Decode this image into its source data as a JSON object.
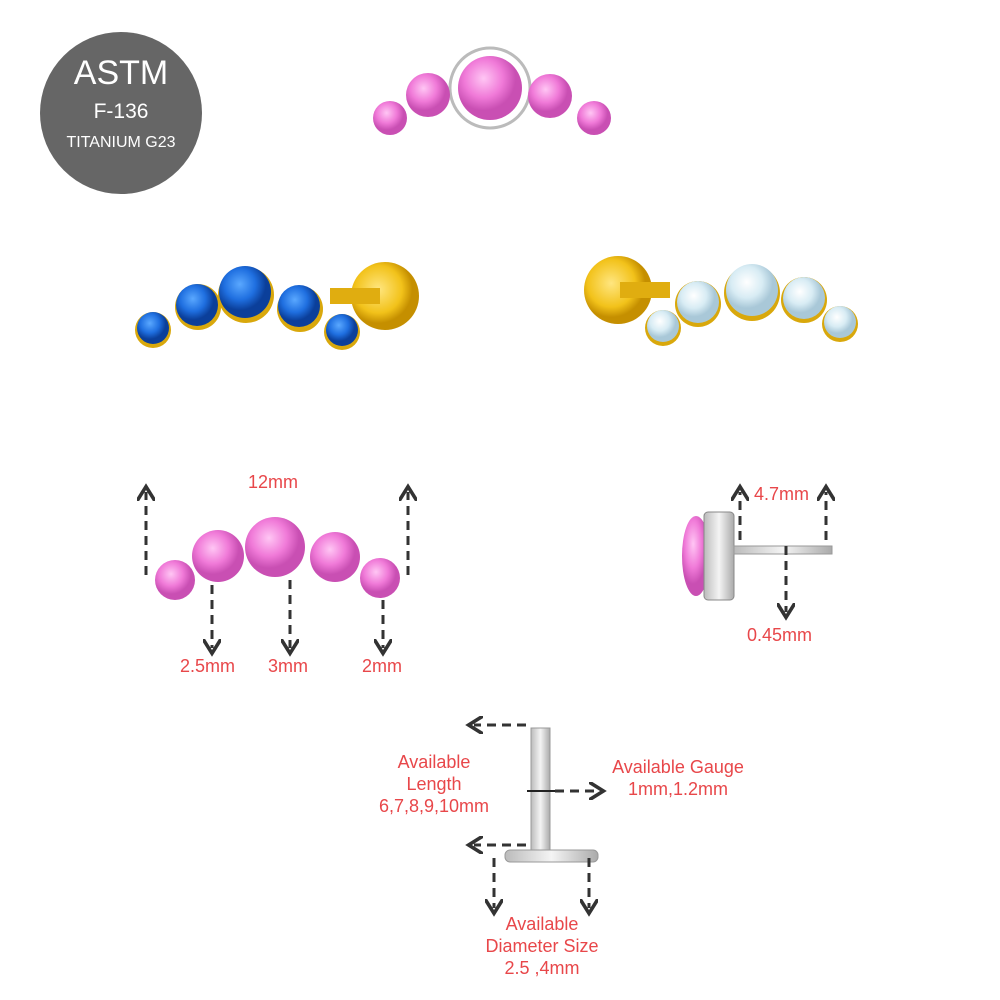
{
  "badge": {
    "line1": "ASTM",
    "line2": "F-136",
    "line3": "TITANIUM G23"
  },
  "dimensions": {
    "total_length": "12mm",
    "stone_small": "2.5mm",
    "stone_center": "3mm",
    "stone_end": "2mm",
    "height": "4.7mm",
    "pin_thickness": "0.45mm"
  },
  "specs": {
    "length_line1": "Available",
    "length_line2": "Length",
    "length_line3": "6,7,8,9,10mm",
    "gauge_line1": "Available Gauge",
    "gauge_line2": "1mm,1.2mm",
    "diameter_line1": "Available",
    "diameter_line2": "Diameter Size",
    "diameter_line3": "2.5 ,4mm"
  },
  "colors": {
    "label": "#e8474a",
    "pink_opal": "#f07ad8",
    "blue_opal": "#1f6fe0",
    "white_opal": "#d8ecf4",
    "gold": "#f2c21a",
    "badge": "#666666"
  }
}
